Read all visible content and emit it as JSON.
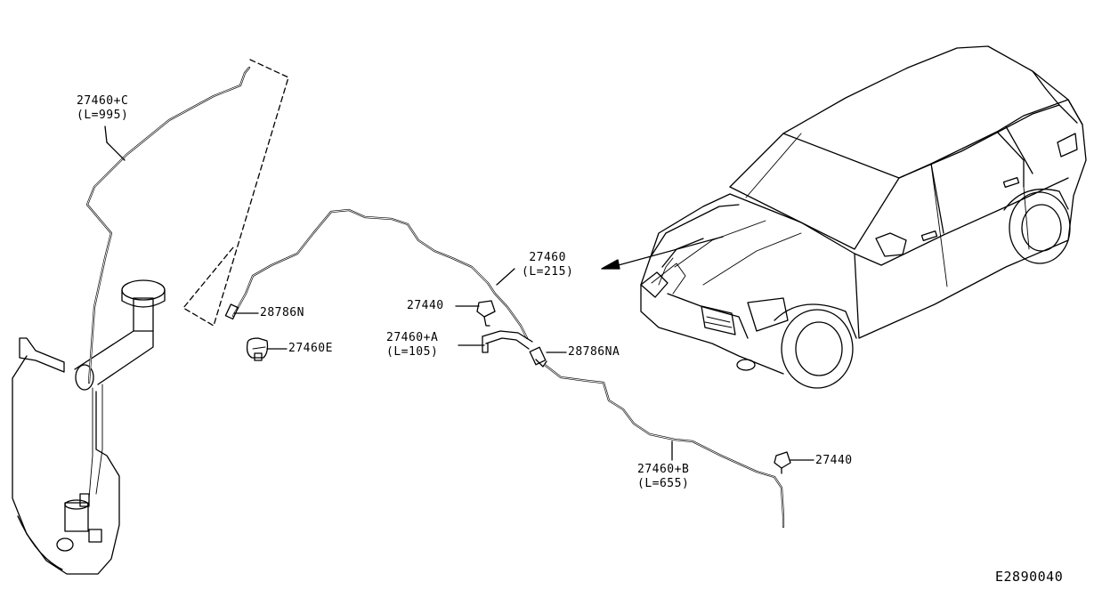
{
  "parts": {
    "hose_c": {
      "number": "27460+C",
      "length": "(L=995)"
    },
    "joint_n": {
      "number": "28786N"
    },
    "clip_e": {
      "number": "27460E"
    },
    "hose_main": {
      "number": "27460",
      "length": "(L=215)"
    },
    "nozzle_left": {
      "number": "27440"
    },
    "hose_a": {
      "number": "27460+A",
      "length": "(L=105)"
    },
    "joint_na": {
      "number": "28786NA"
    },
    "hose_b": {
      "number": "27460+B",
      "length": "(L=655)"
    },
    "nozzle_right": {
      "number": "27440"
    }
  },
  "diagram_code": "E2890040"
}
